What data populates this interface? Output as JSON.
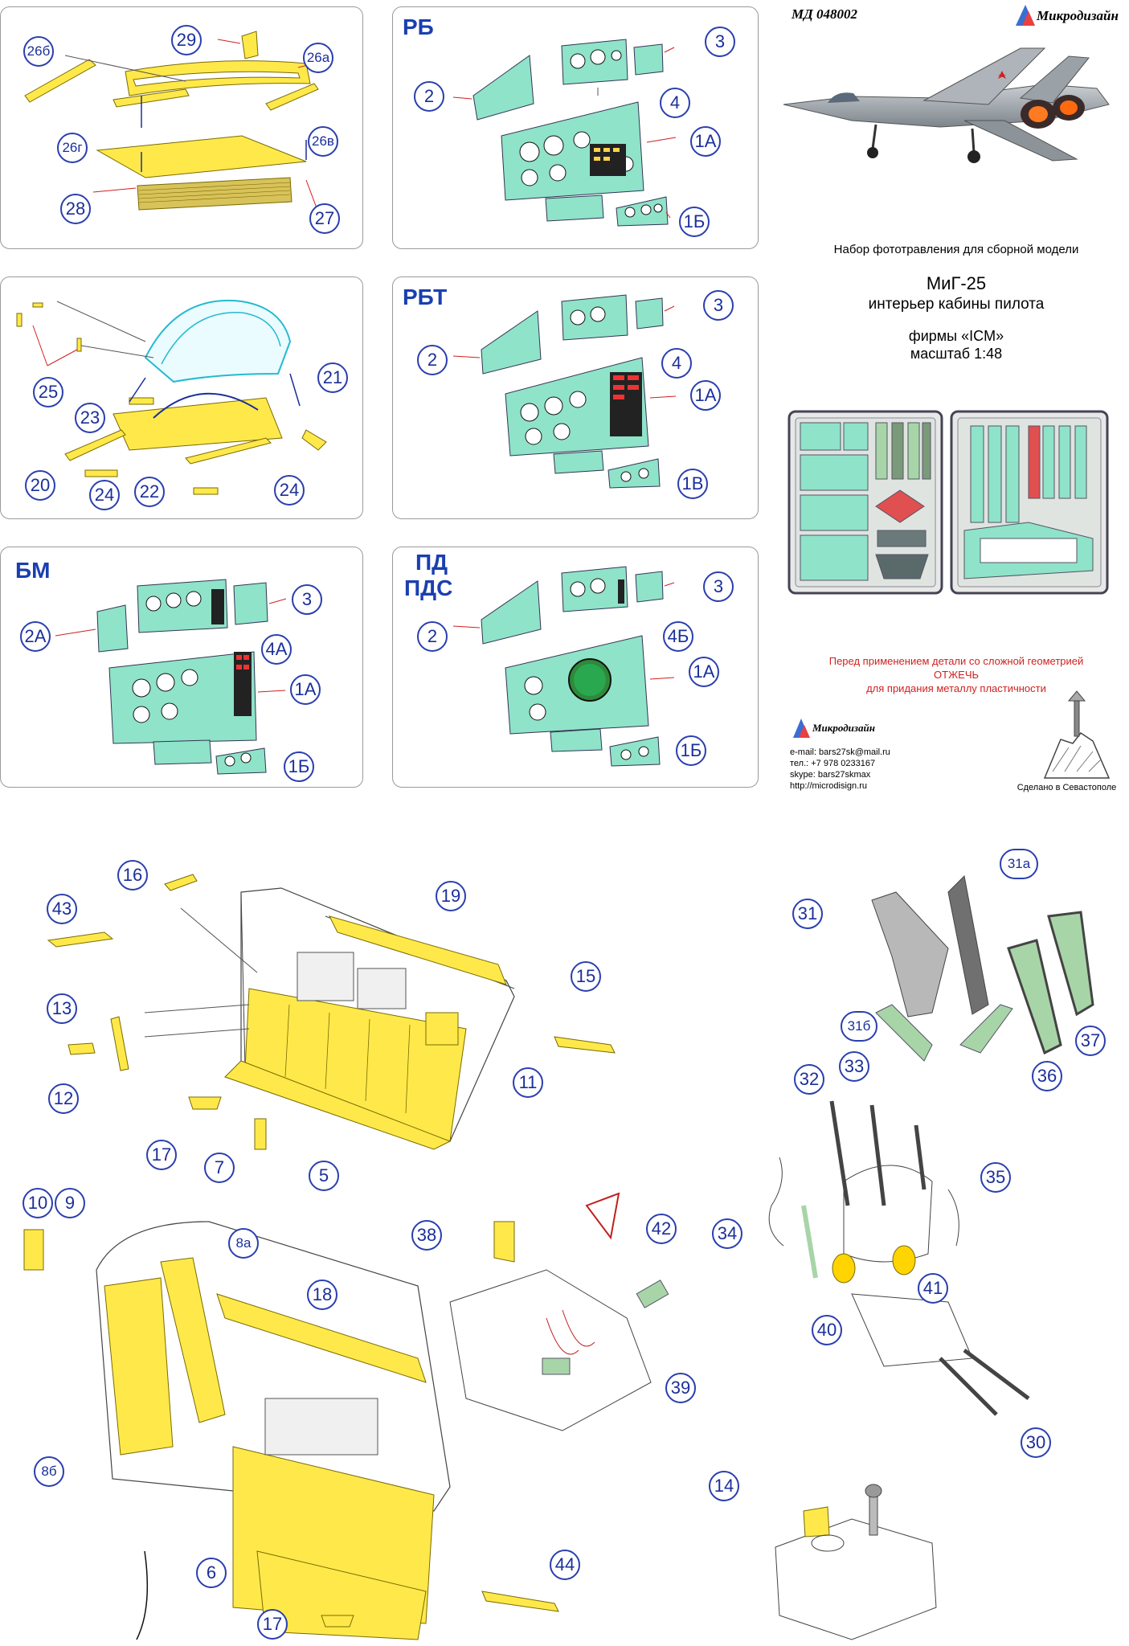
{
  "header": {
    "code": "МД 048002",
    "brand": "Микродизайн"
  },
  "info": {
    "kit_line": "Набор фототравления для сборной модели",
    "model": "МиГ-25",
    "subject": "интерьер кабины пилота",
    "maker": "фирмы «ICM»",
    "scale": "масштаб 1:48"
  },
  "warning": {
    "line1": "Перед применением детали со сложной геометрией",
    "line2": "ОТЖЕЧЬ",
    "line3": "для придания металлу пластичности"
  },
  "contact": {
    "brand": "Микродизайн",
    "email": "e-mail: bars27sk@mail.ru",
    "phone": "тел.: +7 978 0233167",
    "skype": "skype: bars27skmax",
    "web": "http://microdisign.ru",
    "made_in": "Сделано в Севастополе"
  },
  "panels": {
    "canopy_frame": {
      "labels": [
        "26б",
        "29",
        "26а",
        "26г",
        "26в",
        "28",
        "27"
      ]
    },
    "rb": {
      "title": "РБ",
      "labels": [
        "3",
        "2",
        "4",
        "1А",
        "1Б"
      ]
    },
    "canopy": {
      "labels": [
        "25",
        "21",
        "23",
        "20",
        "24",
        "22",
        "24"
      ]
    },
    "rbt": {
      "title": "РБТ",
      "labels": [
        "3",
        "2",
        "4",
        "1А",
        "1В"
      ]
    },
    "bm": {
      "title": "БМ",
      "labels": [
        "3",
        "2А",
        "4А",
        "1А",
        "1Б"
      ]
    },
    "pd": {
      "title_line1": "ПД",
      "title_line2": "ПДС",
      "labels": [
        "3",
        "2",
        "4Б",
        "1А",
        "1Б"
      ]
    }
  },
  "lower": {
    "labels": [
      "16",
      "19",
      "43",
      "15",
      "13",
      "12",
      "11",
      "17",
      "7",
      "5",
      "10",
      "9",
      "8а",
      "18",
      "8б",
      "6",
      "17",
      "44",
      "38",
      "42",
      "39",
      "31а",
      "31",
      "31б",
      "37",
      "36",
      "32",
      "33",
      "35",
      "34",
      "41",
      "40",
      "30",
      "14"
    ]
  },
  "colors": {
    "panel_green": "#8fe3c8",
    "photoetch_yellow": "#ffe94a",
    "callout_blue": "#1a2f9a",
    "warning_red": "#d12020",
    "belt_green": "#a8d5a8"
  }
}
